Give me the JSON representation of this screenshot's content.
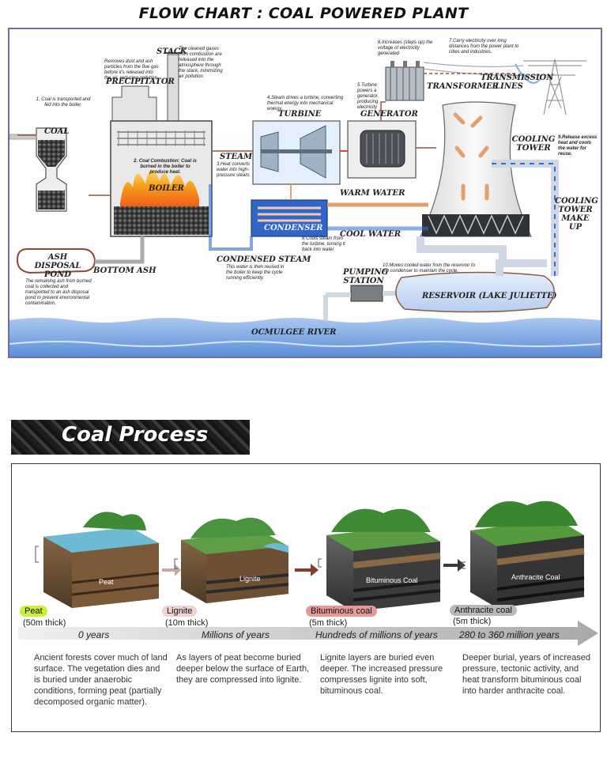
{
  "title": "FLOW CHART : COAL POWERED PLANT",
  "flow": {
    "labels": {
      "stack": "STACK",
      "precipitator": "PRECIPITATOR",
      "coal": "COAL",
      "boiler": "BOILER",
      "ash_pond": "ASH DISPOSAL POND",
      "bottom_ash": "BOTTOM ASH",
      "steam": "STEAM",
      "turbine": "TURBINE",
      "generator": "GENERATOR",
      "transformer": "TRANSFORMER",
      "transmission": "TRANSMISSION LINES",
      "cooling_tower": "COOLING TOWER",
      "warm_water": "WARM WATER",
      "cool_water": "COOL WATER",
      "condenser": "CONDENSER",
      "condensed_steam": "CONDENSED STEAM",
      "cooling_makeup": "COOLING TOWER MAKE UP",
      "pumping": "PUMPING STATION",
      "reservoir": "RESERVOIR (LAKE JULIETTE)",
      "river": "OCMULGEE RIVER"
    },
    "notes": {
      "n1": "1. Coal is transported and fed into the boiler.",
      "n2": "2. Coal Combustion: Coal is burned in the boiler to produce heat.",
      "n3": "3.Heat converts water into high-pressure steam.",
      "n4": "4.Steam drives a turbine, converting thermal energy into mechanical energy.",
      "n5": "5.Turbine powers a generator, producing electricity",
      "n6": "6.Increases (steps up) the voltage of electricity generated",
      "n7": "7.Carry electricity over long distances from the power plant to cities and industries.",
      "n8": "8.Cools steam from the turbine, turning it back into water.",
      "n9": "9.Release excess heat and cools the water for reuse.",
      "n10": "10.Moves cooled water from the reservoir to the condenser to maintain the cycle.",
      "stack": "The cleaned gases from combustion are released into the atmosphere through the stack, minimizing air pollution.",
      "precip": "Removes dust and ash particles from the flue gas before it's released into the air, reducing pollution.",
      "ash": "The remaining ash from burned coal is collected and transported to an ash disposal pond to prevent environmental contamination.",
      "condensed": "This water is then reused in the boiler to keep the cycle running efficiently."
    }
  },
  "coal_process": {
    "heading": "Coal Process",
    "stages": [
      {
        "tag": "Peat",
        "block_label": "Peat",
        "thickness": "(50m thick)",
        "period": "0 years",
        "description": "Ancient forests cover much of land surface. The vegetation dies and is buried under anaerobic conditions, forming peat (partially decomposed organic matter).",
        "tag_color": "#c9f13a"
      },
      {
        "tag": "Lignite",
        "block_label": "Lignite",
        "thickness": "(10m thick)",
        "period": "Millions of years",
        "description": "As layers of peat become buried deeper below the surface of Earth, they are compressed into lignite.",
        "tag_color": "#f1d2d2"
      },
      {
        "tag": "Bituminous coal",
        "block_label": "Bituminous Coal",
        "thickness": "(5m thick)",
        "period": "Hundreds of millions of years",
        "description": "Lignite layers are buried even deeper. The increased pressure compresses lignite into soft, bituminous coal.",
        "tag_color": "#e59a9a"
      },
      {
        "tag": "Anthracite coal",
        "block_label": "Anthracite Coal",
        "thickness": "(5m thick)",
        "period": "280 to 360 million years",
        "description": "Deeper burial, years of increased pressure, tectonic activity, and heat transform bituminous coal into harder anthracite coal.",
        "tag_color": "#b9b9b9"
      }
    ]
  }
}
